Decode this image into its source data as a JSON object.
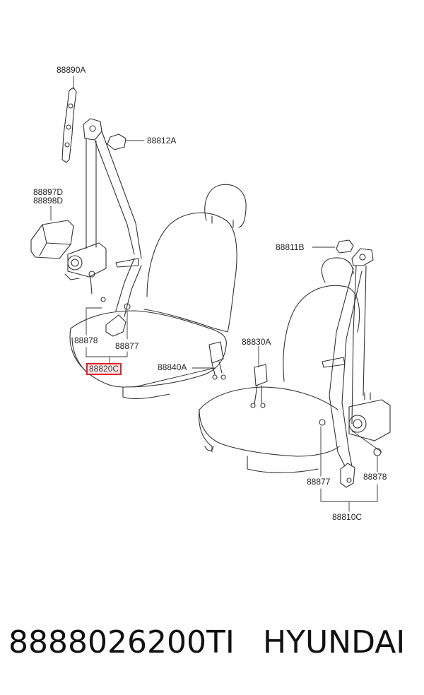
{
  "labels": {
    "l88890A": "88890A",
    "l88812A": "88812A",
    "l88897D": "88897D",
    "l88898D": "88898D",
    "l88811B": "88811B",
    "l88878_left": "88878",
    "l88877_left": "88877",
    "l88830A": "88830A",
    "l88840A": "88840A",
    "l88820C": "88820C",
    "l88877_right": "88877",
    "l88878_right": "88878",
    "l88810C": "88810C"
  },
  "footer": {
    "part_number": "8888026200TI",
    "brand": "HYUNDAI"
  },
  "colors": {
    "line": "#333333",
    "highlight": "#e0202a"
  }
}
